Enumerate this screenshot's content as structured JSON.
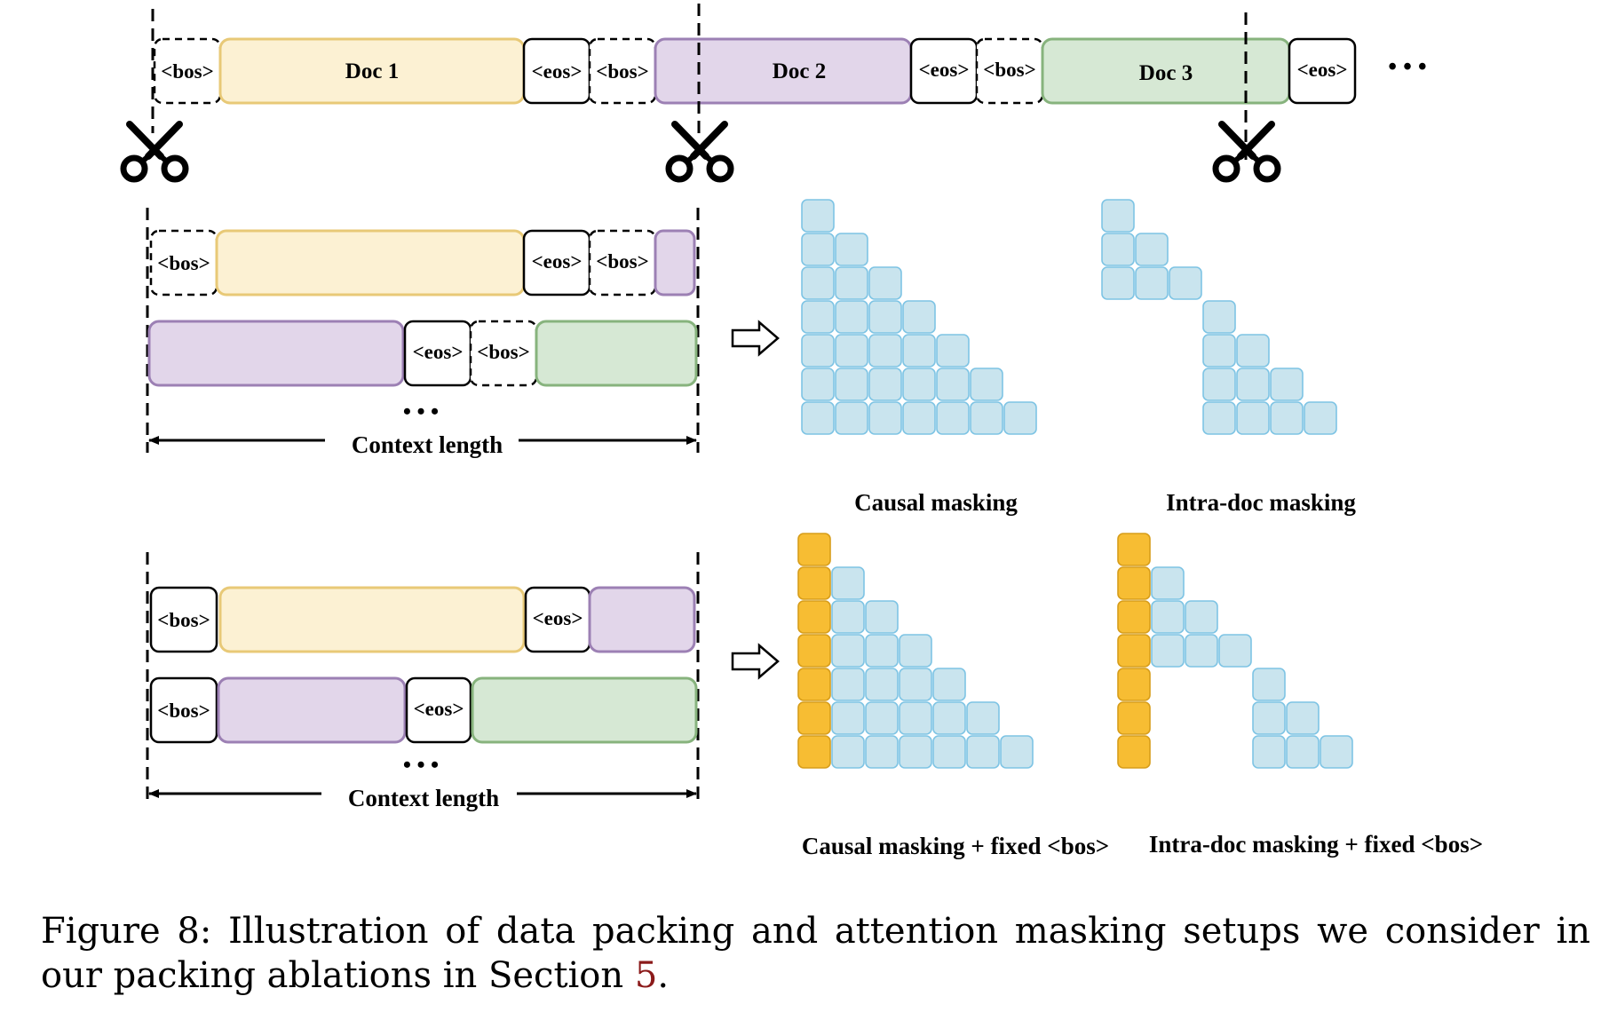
{
  "figure": {
    "tokens": {
      "bos": "<bos>",
      "eos": "<eos>"
    },
    "docs": [
      "Doc 1",
      "Doc 2",
      "Doc 3"
    ],
    "ellipsis": "• • •",
    "context_length_label": "Context length",
    "mask_titles": {
      "causal": "Causal masking",
      "intra_doc": "Intra-doc masking",
      "causal_fixed_bos": "Causal masking + fixed <bos>",
      "intra_doc_fixed_bos": "Intra-doc masking + fixed <bos>"
    },
    "colors": {
      "doc1_fill": "#fcf1d3",
      "doc1_stroke": "#e8c977",
      "doc2_fill": "#e2d6ea",
      "doc2_stroke": "#9c80b4",
      "doc3_fill": "#d6e8d4",
      "doc3_stroke": "#87b37d",
      "mask_cell_fill": "#c9e4ee",
      "mask_cell_stroke": "#7ec4e4",
      "bos_column_fill": "#f7bd33",
      "bos_column_stroke": "#d79d1a"
    },
    "masks": {
      "causal_rows": [
        1,
        2,
        3,
        4,
        5,
        6,
        7
      ],
      "intra_doc_blocks": [
        3,
        4
      ],
      "causal_fixed_bos_rows": [
        1,
        2,
        3,
        4,
        5,
        6,
        7
      ],
      "intra_doc_fixed_bos_blocks": [
        1,
        3,
        3
      ]
    }
  },
  "caption": {
    "label": "Figure 8:",
    "text": "Illustration of data packing and attention masking setups we consider in our packing ablations in Section ",
    "section_ref": "5",
    "end": "."
  }
}
